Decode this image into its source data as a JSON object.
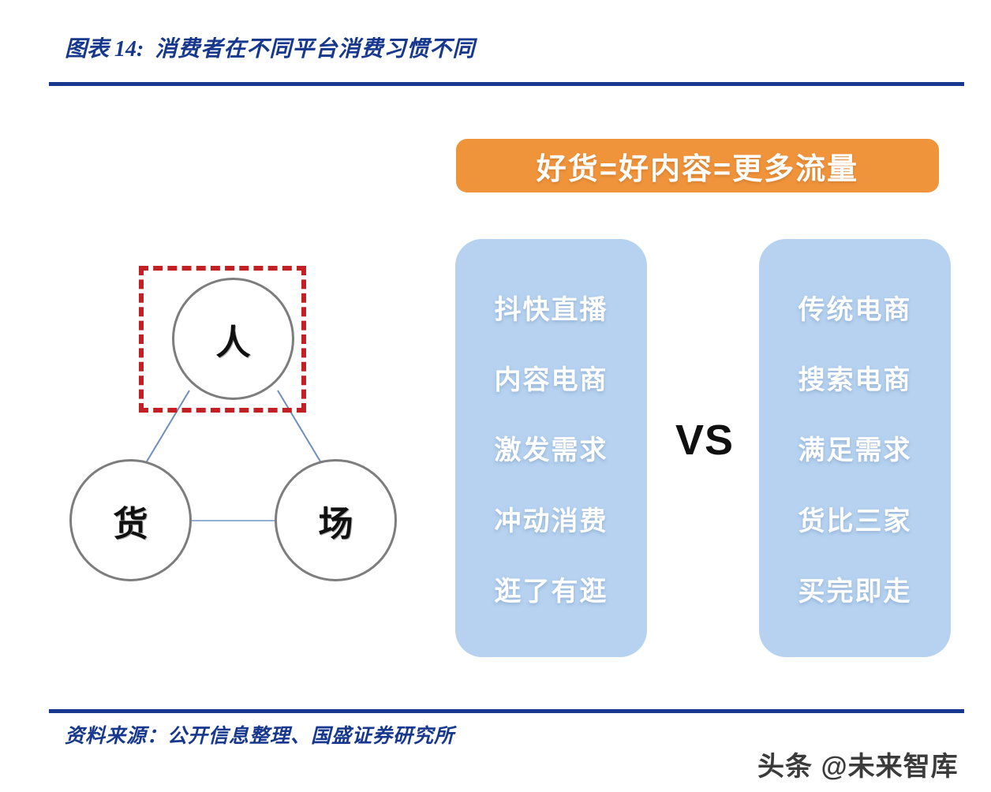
{
  "header": {
    "figure_label": "图表 14:",
    "title": "消费者在不同平台消费习惯不同",
    "rule_color": "#17388c"
  },
  "diagram": {
    "nodes": [
      {
        "id": "person",
        "label": "人"
      },
      {
        "id": "goods",
        "label": "货"
      },
      {
        "id": "place",
        "label": "场"
      }
    ],
    "highlight": {
      "target": "person",
      "style": "dashed",
      "color": "#c32026"
    },
    "edge_color": "#6e8fbd",
    "node_border_color": "#7d7d7d"
  },
  "banner": {
    "text": "好货=好内容=更多流量",
    "background": "#f0943c",
    "text_color": "#ffffff"
  },
  "comparison": {
    "vs_label": "VS",
    "panel_color": "#b6d2f0",
    "left_panel": {
      "items": [
        "抖快直播",
        "内容电商",
        "激发需求",
        "冲动消费",
        "逛了有逛"
      ]
    },
    "right_panel": {
      "items": [
        "传统电商",
        "搜索电商",
        "满足需求",
        "货比三家",
        "买完即走"
      ]
    }
  },
  "footer": {
    "source": "资料来源：公开信息整理、国盛证券研究所"
  },
  "watermark": {
    "text": "头条 @未来智库"
  }
}
